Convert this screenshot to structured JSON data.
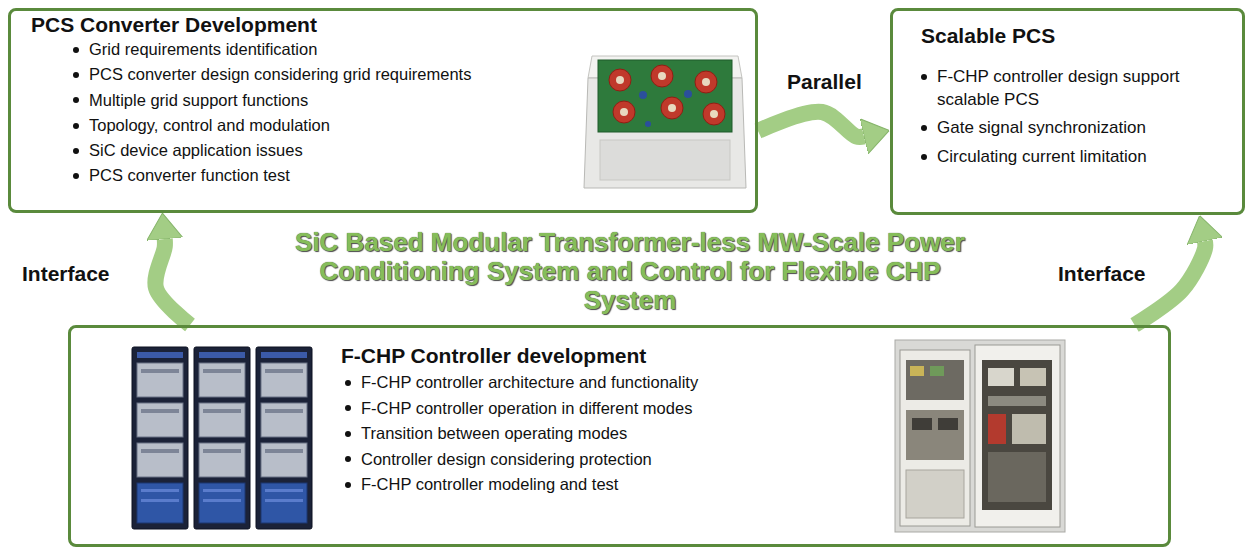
{
  "diagram": {
    "title": "SiC Based Modular Transformer-less MW-Scale Power Conditioning System and Control for Flexible CHP System",
    "nodes": [
      {
        "text": [
          "PCS Converter Development",
          "Grid requirements identification",
          "PCS converter design considering grid requirements",
          "Multiple grid support functions",
          "Topology, control and modulation",
          "SiC device application issues",
          "PCS converter function test"
        ]
      },
      {
        "text": [
          "Scalable PCS",
          "F-CHP controller design support scalable PCS",
          "Gate signal synchronization",
          "Circulating current limitation"
        ]
      },
      {
        "text": [
          "F-CHP Controller development",
          "F-CHP controller architecture and functionality",
          "F-CHP controller operation in different modes",
          "Transition between operating modes",
          "Controller design considering protection",
          "F-CHP controller modeling and test"
        ]
      }
    ],
    "edges": [
      {
        "from": 0,
        "to": 1,
        "arrow": "to",
        "label": "Parallel"
      },
      {
        "from": 2,
        "to": 0,
        "arrow": "to",
        "label": "Interface"
      },
      {
        "from": 2,
        "to": 1,
        "arrow": "to",
        "label": "Interface"
      }
    ]
  }
}
